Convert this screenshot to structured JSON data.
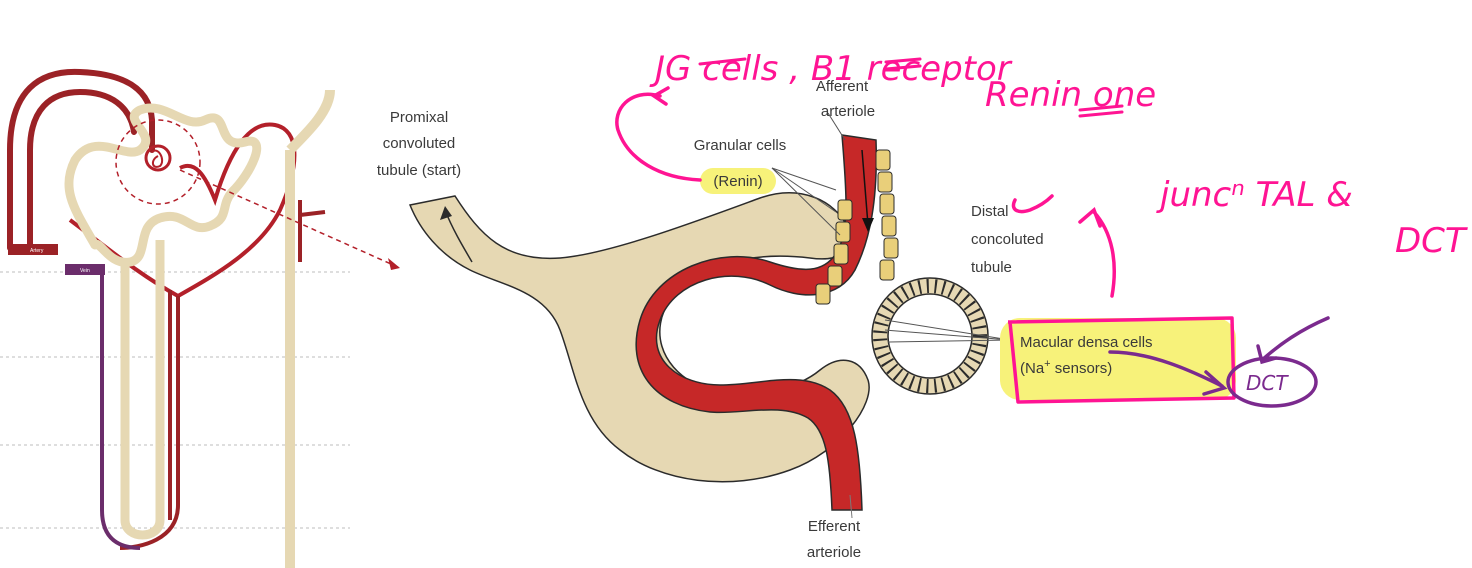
{
  "labels": {
    "pct_line1": "Promixal",
    "pct_line2": "convoluted",
    "pct_line3": "tubule (start)",
    "afferent_line1": "Afferent",
    "afferent_line2": "arteriole",
    "granular": "Granular cells",
    "renin": "(Renin)",
    "distal_line1": "Distal",
    "distal_line2": "concoluted",
    "distal_line3": "tubule",
    "macula_line1": "Macular densa cells",
    "macula_line2_prefix": "(Na",
    "macula_line2_sup": "+",
    "macula_line2_suffix": " sensors)",
    "efferent_line1": "Efferent",
    "efferent_line2": "arteriole",
    "artery_tag": "Artery",
    "vein_tag": "Vein"
  },
  "annotations": {
    "jg_line": "JG cells , B1 receptor",
    "renin_line": "Renin one",
    "junction_line1": "juncⁿ TAL &",
    "junction_line2": "DCT",
    "dct_circle": "DCT"
  },
  "colors": {
    "artery_red": "#c62828",
    "vessel_dark_red": "#9b2226",
    "tubule_beige": "#e6d8b3",
    "vein_purple": "#6b2d6b",
    "granular_cell": "#e9cf7a",
    "highlight_yellow": "#f7f27a",
    "pen_pink": "#ff1493",
    "pen_purple": "#7b2a8e"
  }
}
